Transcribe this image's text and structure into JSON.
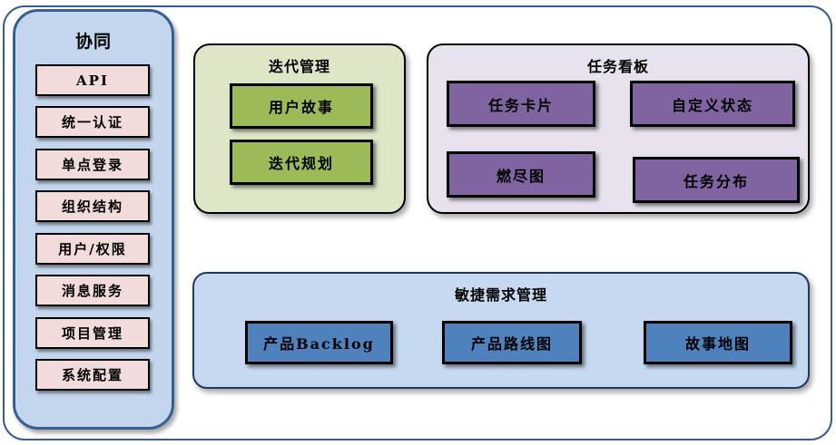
{
  "page": {
    "background": "#FFFFFF",
    "outer_border_color": "#385D8A"
  },
  "sidebar": {
    "title": "协同",
    "bg_color": "#C3D6EE",
    "border_color": "#376092",
    "item_bg_color": "#F2DCDB",
    "items": [
      {
        "label": "API"
      },
      {
        "label": "统一认证"
      },
      {
        "label": "单点登录"
      },
      {
        "label": "组织结构"
      },
      {
        "label": "用户/权限"
      },
      {
        "label": "消息服务"
      },
      {
        "label": "项目管理"
      },
      {
        "label": "系统配置"
      }
    ]
  },
  "groups": [
    {
      "title": "迭代管理",
      "bg_color": "#DDE7C8",
      "item_bg_color": "#9BBB59",
      "items": [
        "用户故事",
        "迭代规划"
      ]
    },
    {
      "title": "任务看板",
      "bg_color": "#E7E2ED",
      "item_bg_color": "#8064A2",
      "items": [
        "任务卡片",
        "自定义状态",
        "燃尽图",
        "任务分布"
      ]
    },
    {
      "title": "敏捷需求管理",
      "bg_color": "#C6D9F0",
      "item_bg_color": "#4F81BD",
      "items": [
        "产品Backlog",
        "产品路线图",
        "故事地图"
      ]
    }
  ]
}
